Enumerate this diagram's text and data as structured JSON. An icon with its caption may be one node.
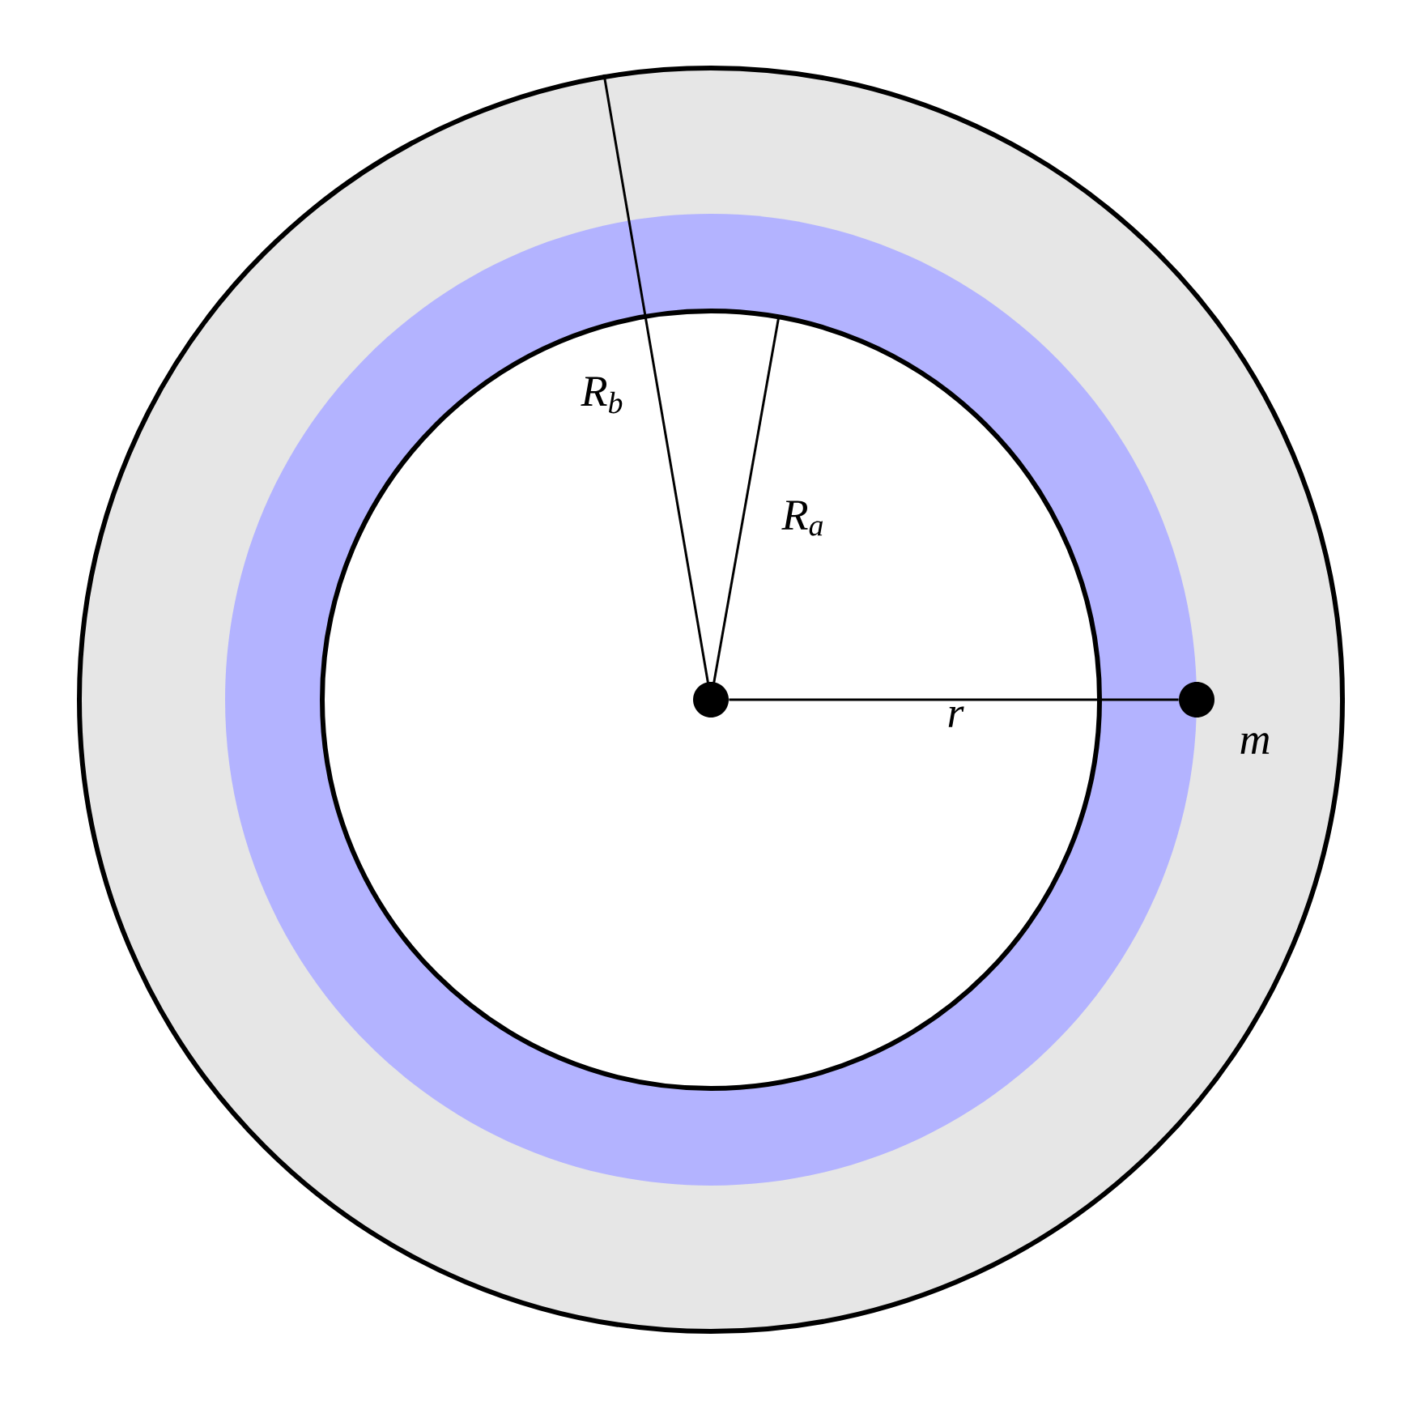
{
  "diagram": {
    "nodes": [
      {
        "text": [],
        "shape": "circle"
      },
      {
        "text": [],
        "shape": "circle",
        "beside": [
          "m"
        ]
      }
    ],
    "edges": [
      {
        "from": 0,
        "to": 1,
        "arrow": "none",
        "label": "r"
      }
    ],
    "labels": [
      "R$_{b}$",
      "R$_{a}$"
    ]
  }
}
